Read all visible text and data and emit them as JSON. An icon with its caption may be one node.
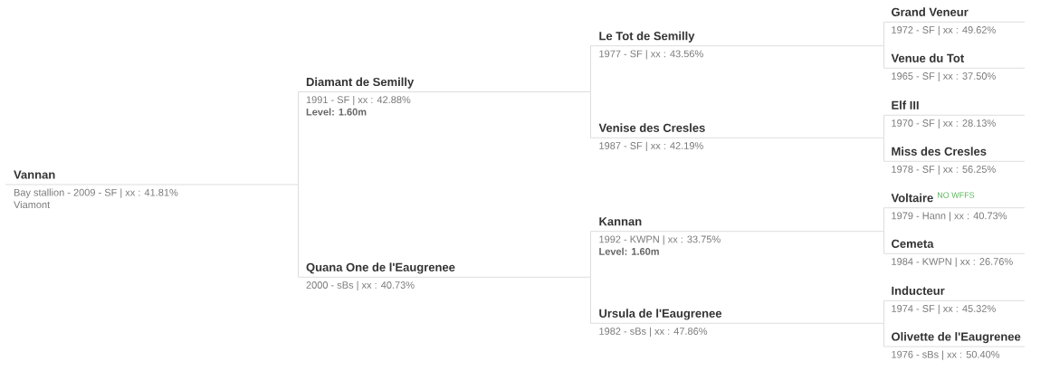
{
  "diagram": {
    "nodes": [
      {
        "text": [
          "Vannan",
          "Bay stallion - 2009 - SF | xx : 41.81%",
          "Viamont"
        ]
      },
      {
        "text": [
          "Diamant de Semilly",
          "1991 - SF | xx : 42.88%",
          "Level: 1.60m"
        ]
      },
      {
        "text": [
          "Quana One de l'Eaugrenee",
          "2000 - sBs | xx : 40.73%"
        ]
      },
      {
        "text": [
          "Le Tot de Semilly",
          "1977 - SF | xx : 43.56%"
        ]
      },
      {
        "text": [
          "Venise des Cresles",
          "1987 - SF | xx : 42.19%"
        ]
      },
      {
        "text": [
          "Kannan",
          "1992 - KWPN | xx : 33.75%",
          "Level: 1.60m"
        ]
      },
      {
        "text": [
          "Ursula de l'Eaugrenee",
          "1982 - sBs | xx : 47.86%"
        ]
      },
      {
        "text": [
          "Grand Veneur",
          "1972 - SF | xx : 49.62%"
        ]
      },
      {
        "text": [
          "Venue du Tot",
          "1965 - SF | xx : 37.50%"
        ]
      },
      {
        "text": [
          "Elf III",
          "1970 - SF | xx : 28.13%"
        ]
      },
      {
        "text": [
          "Miss des Cresles",
          "1978 - SF | xx : 56.25%"
        ]
      },
      {
        "text": [
          "Voltaire",
          "NO WFFS",
          "1979 - Hann | xx : 40.73%"
        ]
      },
      {
        "text": [
          "Cemeta",
          "1984 - KWPN | xx : 26.76%"
        ]
      },
      {
        "text": [
          "Inducteur",
          "1974 - SF | xx : 45.32%"
        ]
      },
      {
        "text": [
          "Olivette de l'Eaugrenee",
          "1976 - sBs | xx : 50.40%"
        ]
      }
    ],
    "edges": [
      {
        "from": 0,
        "to": 1,
        "arrow": "none"
      },
      {
        "from": 0,
        "to": 2,
        "arrow": "none"
      },
      {
        "from": 1,
        "to": 3,
        "arrow": "none"
      },
      {
        "from": 1,
        "to": 4,
        "arrow": "none"
      },
      {
        "from": 2,
        "to": 5,
        "arrow": "none"
      },
      {
        "from": 2,
        "to": 6,
        "arrow": "none"
      },
      {
        "from": 3,
        "to": 7,
        "arrow": "none"
      },
      {
        "from": 3,
        "to": 8,
        "arrow": "none"
      },
      {
        "from": 4,
        "to": 9,
        "arrow": "none"
      },
      {
        "from": 4,
        "to": 10,
        "arrow": "none"
      },
      {
        "from": 5,
        "to": 11,
        "arrow": "none"
      },
      {
        "from": 5,
        "to": 12,
        "arrow": "none"
      },
      {
        "from": 6,
        "to": 13,
        "arrow": "none"
      },
      {
        "from": 6,
        "to": 14,
        "arrow": "none"
      }
    ]
  }
}
